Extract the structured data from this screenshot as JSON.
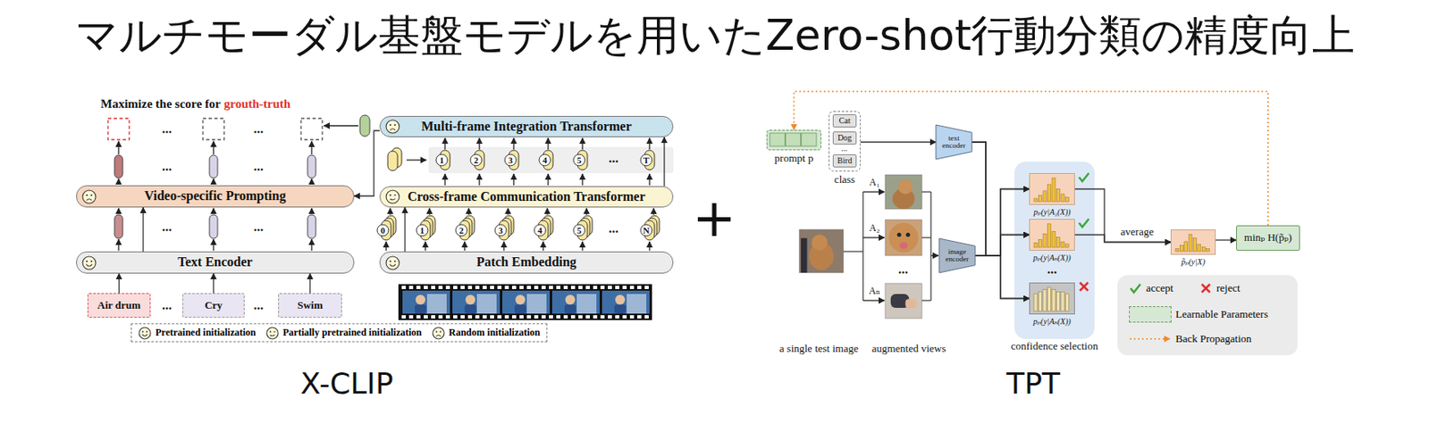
{
  "diagram": {
    "title": "マルチモーダル基盤モデルを用いたZero-shot行動分類の精度向上",
    "nodes": [
      {
        "text": [
          "Multi-frame Integration Transformer"
        ]
      },
      {
        "text": [
          "Video-specific Prompting"
        ]
      },
      {
        "text": [
          "Cross-frame Communication Transformer"
        ]
      },
      {
        "text": [
          "Text Encoder"
        ]
      },
      {
        "text": [
          "Patch Embedding"
        ]
      },
      {
        "text": [
          "Air drum"
        ]
      },
      {
        "text": [
          "Cry"
        ]
      },
      {
        "text": [
          "Swim"
        ]
      },
      {
        "text": [
          "prompt p"
        ]
      },
      {
        "text": [
          "class"
        ]
      },
      {
        "text": [
          "Cat"
        ],
        "in": 9
      },
      {
        "text": [
          "Dog"
        ],
        "in": 9
      },
      {
        "text": [
          "Bird"
        ],
        "in": 9
      },
      {
        "text": [
          "text encoder"
        ]
      },
      {
        "text": [
          "image encoder"
        ]
      },
      {
        "text": [
          "confidence selection"
        ]
      },
      {
        "text": [
          "pₚ(y|A₁(X))"
        ],
        "in": 15
      },
      {
        "text": [
          "pₚ(y|Aₙ(X))"
        ],
        "in": 15
      },
      {
        "text": [
          "pₚ(y|Aₙ(X))"
        ],
        "in": 15
      },
      {
        "text": [
          "p̃ₚ(y|X)"
        ]
      },
      {
        "text": [
          "minₚ H(p̃ₚ)"
        ]
      }
    ],
    "edges": [
      {
        "from": 5,
        "to": 3,
        "arrow": "to"
      },
      {
        "from": 6,
        "to": 3,
        "arrow": "to"
      },
      {
        "from": 7,
        "to": 3,
        "arrow": "to"
      },
      {
        "from": 3,
        "to": 1,
        "arrow": "to"
      },
      {
        "from": 4,
        "to": 2,
        "arrow": "to"
      },
      {
        "from": 2,
        "to": 0,
        "arrow": "to"
      },
      {
        "from": 0,
        "to": 1,
        "arrow": "to"
      },
      {
        "from": 9,
        "to": 13,
        "arrow": "to"
      },
      {
        "from": 13,
        "to": 16,
        "arrow": "to"
      },
      {
        "from": 13,
        "to": 17,
        "arrow": "to"
      },
      {
        "from": 13,
        "to": 18,
        "arrow": "to"
      },
      {
        "from": 14,
        "to": 16,
        "arrow": "to"
      },
      {
        "from": 14,
        "to": 17,
        "arrow": "to"
      },
      {
        "from": 14,
        "to": 18,
        "arrow": "to"
      },
      {
        "from": 16,
        "to": 19,
        "label": "average",
        "arrow": "to"
      },
      {
        "from": 17,
        "to": 19,
        "arrow": "to"
      },
      {
        "from": 19,
        "to": 20,
        "arrow": "to"
      },
      {
        "from": 20,
        "to": 8,
        "arrow": "to"
      }
    ],
    "labels": [
      "Maximize the score for",
      "grouth-truth",
      "...",
      "...",
      "...",
      "...",
      "...",
      "...",
      "...",
      "...",
      "1",
      "2",
      "3",
      "4",
      "5",
      "...",
      "T",
      "0",
      "1",
      "2",
      "3",
      "4",
      "5",
      "...",
      "N",
      "X-CLIP",
      "+",
      "...",
      "A₁",
      "A₂",
      "...",
      "Aₙ",
      "a single test image",
      "augmented views",
      "...",
      "TPT"
    ],
    "legend": [
      {
        "text": "Pretrained initialization"
      },
      {
        "text": "Partially pretrained initialization"
      },
      {
        "text": "Random initialization"
      },
      {
        "text": "accept"
      },
      {
        "text": "reject"
      },
      {
        "text": "Learnable Parameters",
        "color": "#d5e8d4"
      },
      {
        "text": "Back Propagation"
      }
    ]
  }
}
